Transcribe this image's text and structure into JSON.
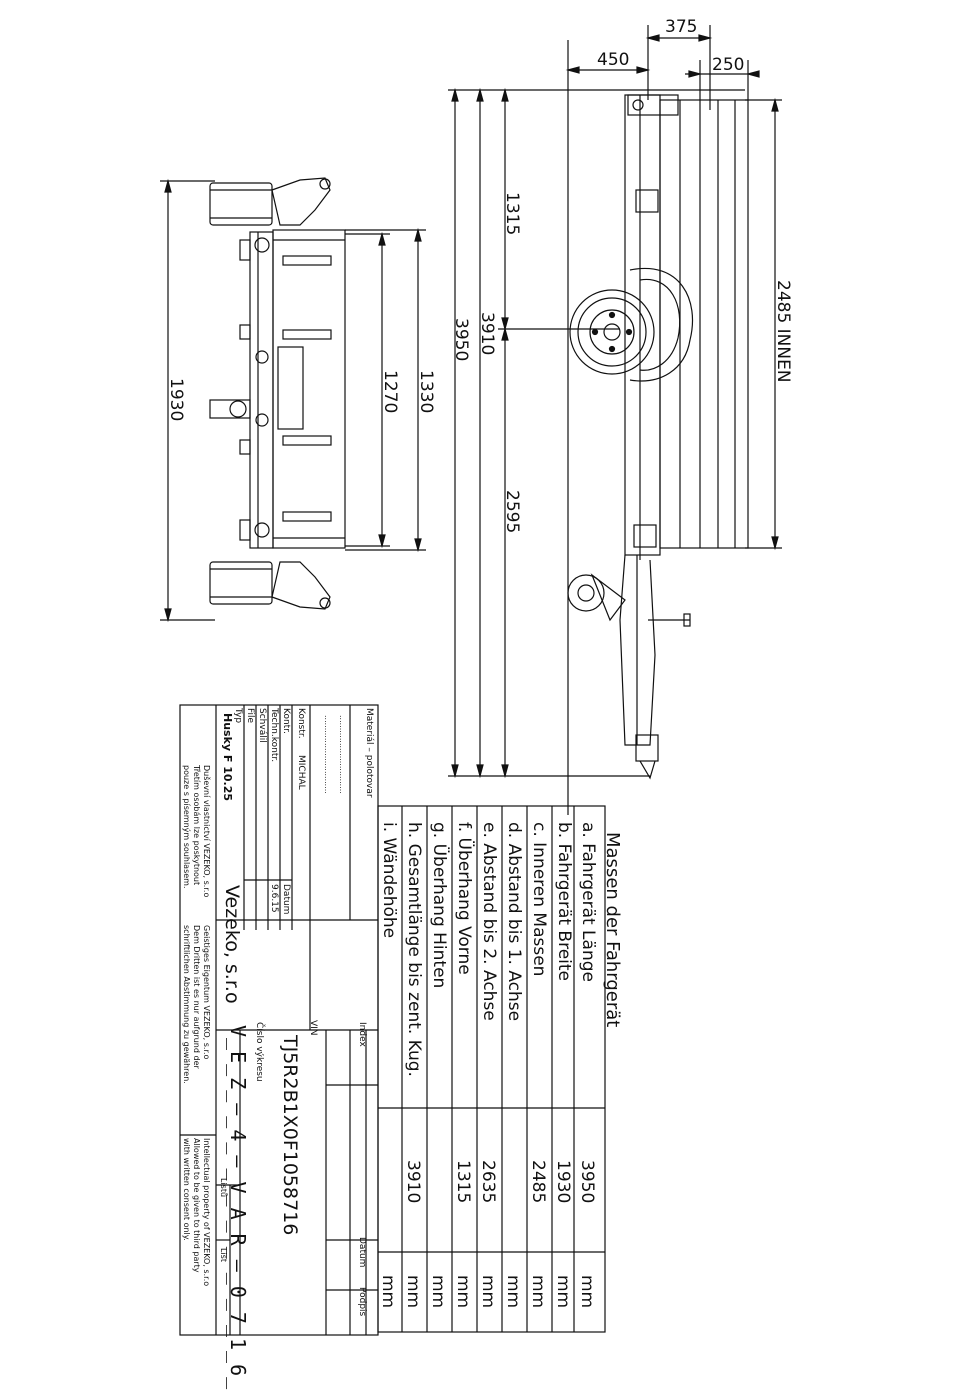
{
  "dimensions": {
    "top_375": "375",
    "top_450": "450",
    "top_250": "250",
    "d_1315": "1315",
    "d_3950": "3950",
    "d_3910": "3910",
    "d_2595": "2595",
    "d_2485_innen": "2485 INNEN",
    "d_1930": "1930",
    "d_1270": "1270",
    "d_1330": "1330"
  },
  "spec_table": {
    "title": "Massen der Fahrgerät",
    "rows": [
      {
        "label": "a. Fahrgerät Länge",
        "value": "3950",
        "unit": "mm"
      },
      {
        "label": "b. Fahrgerät Breite",
        "value": "1930",
        "unit": "mm"
      },
      {
        "label": "c. Inneren Massen",
        "value": "2485",
        "unit": "mm"
      },
      {
        "label": "d. Abstand bis 1. Achse",
        "value": "",
        "unit": "mm"
      },
      {
        "label": "e. Abstand bis 2. Achse",
        "value": "2635",
        "unit": "mm"
      },
      {
        "label": "f. Überhang Vorne",
        "value": "1315",
        "unit": "mm"
      },
      {
        "label": "g. Überhang Hinten",
        "value": "",
        "unit": "mm"
      },
      {
        "label": "h. Gesamtlänge bis zent. Kug.",
        "value": "3910",
        "unit": "mm"
      },
      {
        "label": "i. Wändehöhe",
        "value": "",
        "unit": "mm"
      }
    ]
  },
  "title_block": {
    "material_label": "Materiál  –  polotovar",
    "dots": "...............................",
    "konstr_label": "Konstr.",
    "konstr_value": "MICHAL",
    "kontr_label": "Kontr.",
    "techn_kontr_label": "Techn.kontr.",
    "schvalil_label": "Schválil",
    "file_label": "File",
    "typ_label": "Typ",
    "typ_value": "Husky F 10.25",
    "datum_label": "Datum",
    "datum_value": "9.6.15",
    "company": "Vezeko,  s.r.o",
    "vin_label": "VIN",
    "vin_value": "TJ5R2B1X0F1058716",
    "cislo_label": "Číslo výkresu",
    "drawing_number": "V_E_Z_–_4_–_V_A_R_–_0_7_1_6_",
    "index_label": "Index",
    "datum2_label": "Datum",
    "podpis_label": "Podpis",
    "listu_label": "Listů",
    "list_label": "List",
    "cz_notice_1": "Duševní vlastnictví VEZEKO, s.r.o",
    "cz_notice_2": "Třetím osobám lze poskytnout",
    "cz_notice_3": "pouze s písemným souhlasem.",
    "de_notice_1": "Geistiges Eigentum VEZEKO, s.r.o",
    "de_notice_2": "Dem Dritten ist es nur aufgrund der",
    "de_notice_3": "schriftlichen Abstimmung zu gewähren.",
    "en_notice_1": "Intellectual property of VEZEKO, s.r.o",
    "en_notice_2": "Allowed to be given to third party",
    "en_notice_3": "with written consent only."
  },
  "colors": {
    "line": "#111111",
    "background": "#ffffff"
  }
}
